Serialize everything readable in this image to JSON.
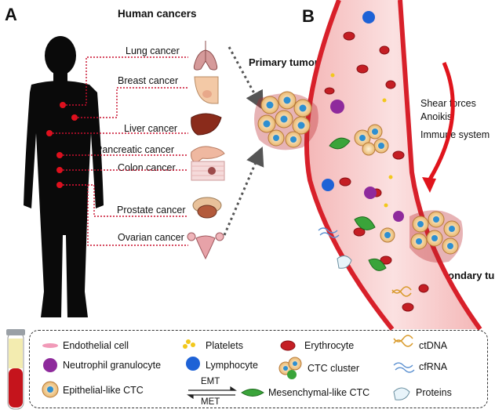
{
  "panel_a": {
    "letter": "A",
    "title": "Human cancers",
    "cancers": [
      "Lung cancer",
      "Breast cancer",
      "Liver cancer",
      "Pancreatic cancer",
      "Colon cancer",
      "Prostate cancer",
      "Ovarian cancer"
    ]
  },
  "panel_b": {
    "letter": "B",
    "primary_tumor": "Primary tumor",
    "secondary_tumor": "Secondary tumor",
    "forces": [
      "Shear forces",
      "Anoikis",
      "Immune system"
    ]
  },
  "legend": {
    "endothelial": "Endothelial cell",
    "platelets": "Platelets",
    "erythrocyte": "Erythrocyte",
    "ctdna": "ctDNA",
    "neutrophil": "Neutrophil granulocyte",
    "lymphocyte": "Lymphocyte",
    "ctc_cluster": "CTC cluster",
    "cfrna": "cfRNA",
    "epithelial_ctc": "Epithelial-like CTC",
    "emt": "EMT",
    "met": "MET",
    "mesenchymal_ctc": "Mesenchymal-like CTC",
    "proteins": "Proteins"
  },
  "colors": {
    "vessel_wall": "#d8202a",
    "vessel_lumen": "#f7c9c9",
    "connector": "#c8102e",
    "erythrocyte": "#c41e24",
    "neutrophil": "#8e2a9c",
    "lymphocyte": "#1e62d6",
    "mesenchymal": "#3aa43a"
  }
}
